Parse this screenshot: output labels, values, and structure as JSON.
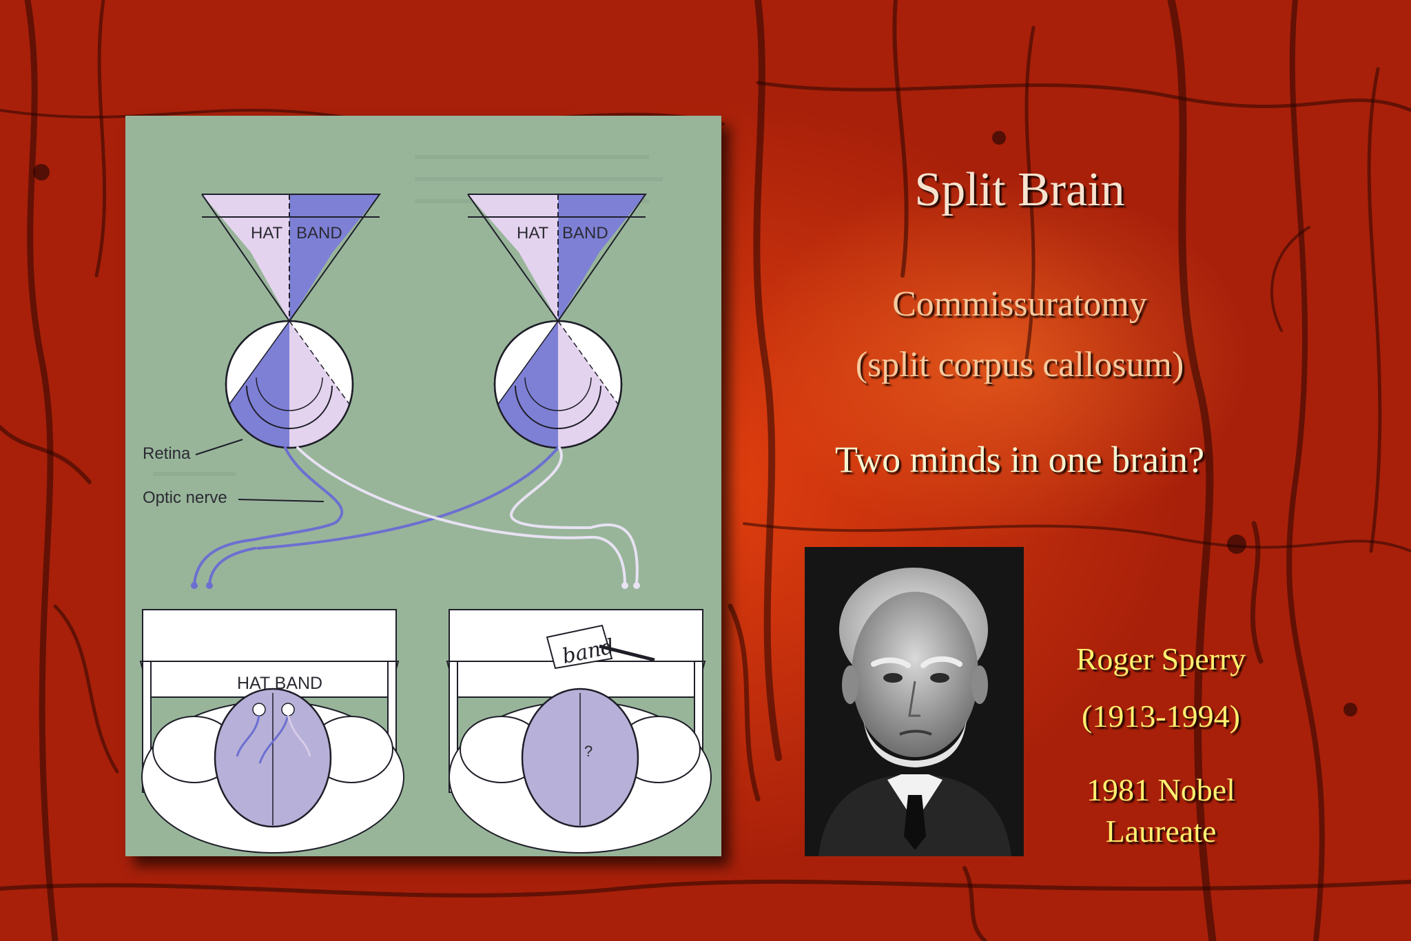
{
  "slide": {
    "title": "Split Brain",
    "subtitle_line1": "Commissuratomy",
    "subtitle_line2": "(split corpus callosum)",
    "question": "Two minds in one brain?",
    "person_name": "Roger Sperry",
    "person_years": "(1913-1994)",
    "award_line1": "1981 Nobel",
    "award_line2": "Laureate"
  },
  "figure": {
    "left_triangle_left_word": "HAT",
    "left_triangle_right_word": "BAND",
    "right_triangle_left_word": "HAT",
    "right_triangle_right_word": "BAND",
    "retina_label": "Retina",
    "optic_nerve_label": "Optic nerve",
    "screen_text": "HAT BAND",
    "handwritten_word": "band",
    "unknown_mark": "?"
  },
  "colors": {
    "background": "#c22a0d",
    "figure_background": "#98b59a",
    "left_field": "#e4d3ee",
    "right_field": "#7e80d6",
    "title_text": "#f6e3cf",
    "subtitle_text": "#f6c99d",
    "caption_text": "#fff070"
  }
}
